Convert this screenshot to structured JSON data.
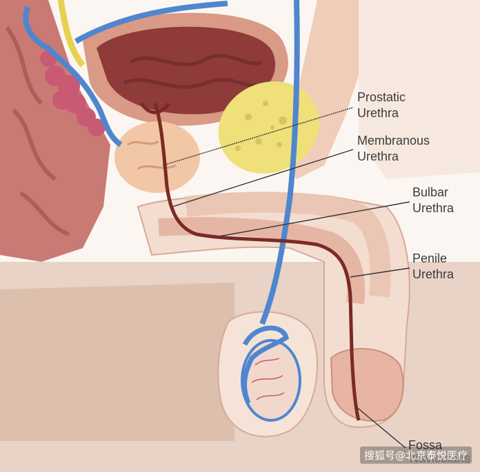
{
  "labels": {
    "prostatic": {
      "line1": "Prostatic",
      "line2": "Urethra"
    },
    "membranous": {
      "line1": "Membranous",
      "line2": "Urethra"
    },
    "bulbar": {
      "line1": "Bulbar",
      "line2": "Urethra"
    },
    "penile": {
      "line1": "Penile",
      "line2": "Urethra"
    },
    "fossa": {
      "line1": "Fossa"
    },
    "navicularis": "Navicularis"
  },
  "watermark": "搜狐号@北京泰悦医疗",
  "colors": {
    "background": "#fbf6f1",
    "skin": "#f3ddd0",
    "muscle": "#a9505a",
    "bladder": "#8e3b3a",
    "prostate": "#f2c7a6",
    "bone": "#efe07a",
    "vessel": "#4f86cf",
    "urethra": "#7a2a24",
    "leader": "#333333"
  },
  "icons": {
    "illustration": "male-urethra-anatomy-illustration"
  }
}
